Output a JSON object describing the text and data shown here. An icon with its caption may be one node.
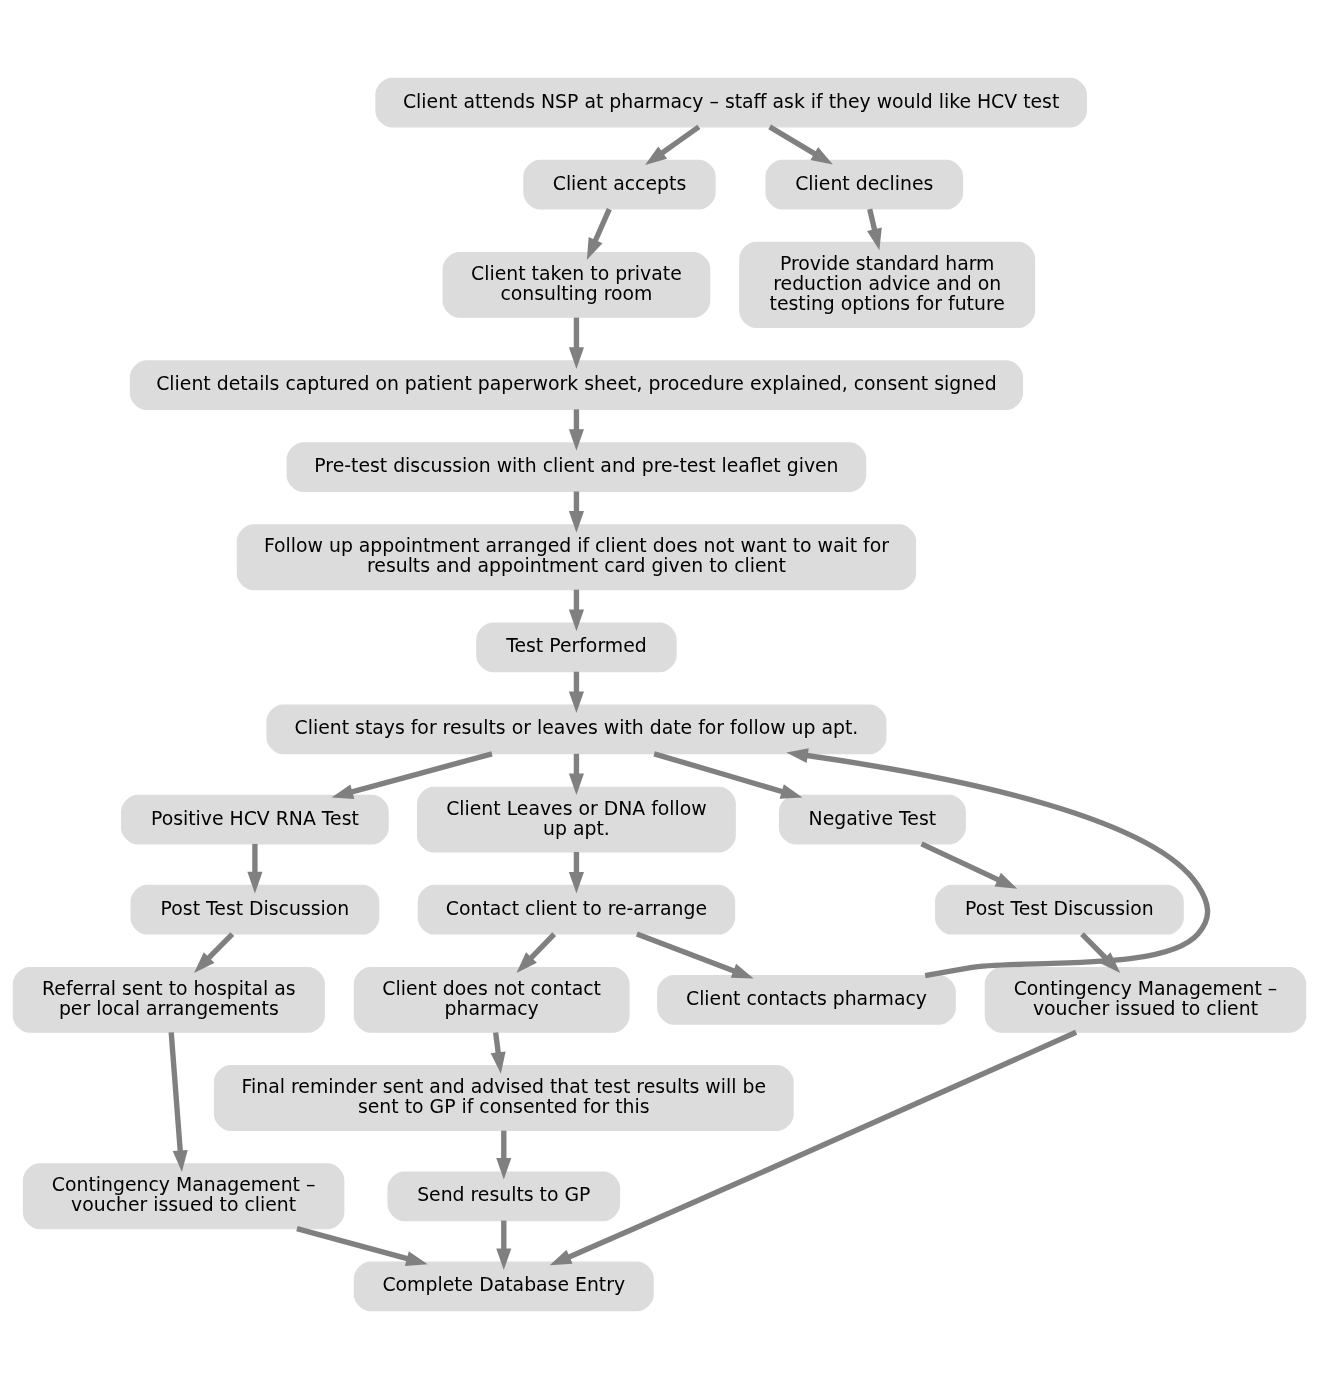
{
  "diagram": {
    "nodes": [
      {
        "text": [
          "Client attends NSP at pharmacy – staff ask if they would like HCV test"
        ]
      },
      {
        "text": [
          "Client accepts"
        ]
      },
      {
        "text": [
          "Client declines"
        ]
      },
      {
        "text": [
          "Client taken to private consulting room"
        ]
      },
      {
        "text": [
          "Provide standard harm reduction advice and on testing options for future"
        ]
      },
      {
        "text": [
          "Client details captured on patient paperwork sheet, procedure explained, consent signed"
        ]
      },
      {
        "text": [
          "Pre-test discussion with client and pre-test leaflet given"
        ]
      },
      {
        "text": [
          "Follow up appointment arranged if client does not want to wait for results and appointment card given to client"
        ]
      },
      {
        "text": [
          "Test Performed"
        ]
      },
      {
        "text": [
          "Client stays for results or leaves with date for follow up apt."
        ]
      },
      {
        "text": [
          "Positive HCV RNA Test"
        ]
      },
      {
        "text": [
          "Client Leaves or DNA follow up apt."
        ]
      },
      {
        "text": [
          "Negative Test"
        ]
      },
      {
        "text": [
          "Post Test Discussion"
        ]
      },
      {
        "text": [
          "Contact client to re-arrange"
        ]
      },
      {
        "text": [
          "Post Test Discussion"
        ]
      },
      {
        "text": [
          "Referral sent to hospital as per local arrangements"
        ]
      },
      {
        "text": [
          "Client does not contact pharmacy"
        ]
      },
      {
        "text": [
          "Client contacts pharmacy"
        ]
      },
      {
        "text": [
          "Contingency Management – voucher issued to client"
        ]
      },
      {
        "text": [
          "Contingency Management – voucher issued to client"
        ]
      },
      {
        "text": [
          "Final reminder sent and advised that test results will be sent to GP if consented for this"
        ]
      },
      {
        "text": [
          "Send results to GP"
        ]
      },
      {
        "text": [
          "Complete Database Entry"
        ]
      }
    ],
    "edges": [
      {
        "from": 0,
        "to": 1,
        "arrow": "to"
      },
      {
        "from": 0,
        "to": 2,
        "arrow": "to"
      },
      {
        "from": 1,
        "to": 3,
        "arrow": "to"
      },
      {
        "from": 2,
        "to": 4,
        "arrow": "to"
      },
      {
        "from": 3,
        "to": 5,
        "arrow": "to"
      },
      {
        "from": 5,
        "to": 6,
        "arrow": "to"
      },
      {
        "from": 6,
        "to": 7,
        "arrow": "to"
      },
      {
        "from": 7,
        "to": 8,
        "arrow": "to"
      },
      {
        "from": 8,
        "to": 9,
        "arrow": "to"
      },
      {
        "from": 9,
        "to": 10,
        "arrow": "to"
      },
      {
        "from": 9,
        "to": 11,
        "arrow": "to"
      },
      {
        "from": 9,
        "to": 12,
        "arrow": "to"
      },
      {
        "from": 10,
        "to": 13,
        "arrow": "to"
      },
      {
        "from": 11,
        "to": 14,
        "arrow": "to"
      },
      {
        "from": 12,
        "to": 15,
        "arrow": "to"
      },
      {
        "from": 13,
        "to": 16,
        "arrow": "to"
      },
      {
        "from": 14,
        "to": 17,
        "arrow": "to"
      },
      {
        "from": 14,
        "to": 18,
        "arrow": "to"
      },
      {
        "from": 18,
        "to": 9,
        "arrow": "to"
      },
      {
        "from": 15,
        "to": 19,
        "arrow": "to"
      },
      {
        "from": 16,
        "to": 20,
        "arrow": "to"
      },
      {
        "from": 17,
        "to": 21,
        "arrow": "to"
      },
      {
        "from": 21,
        "to": 22,
        "arrow": "to"
      },
      {
        "from": 22,
        "to": 23,
        "arrow": "to"
      },
      {
        "from": 20,
        "to": 23,
        "arrow": "to"
      },
      {
        "from": 19,
        "to": 23,
        "arrow": "to"
      }
    ]
  }
}
